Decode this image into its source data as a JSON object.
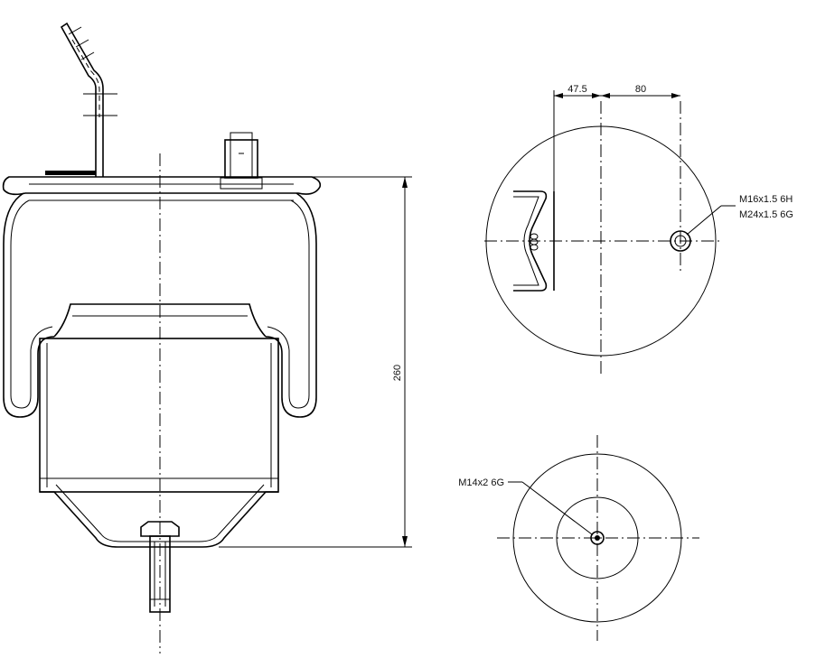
{
  "dimensions": {
    "height": "260",
    "offset_left": "47.5",
    "offset_right": "80"
  },
  "threads": {
    "top_upper": "M16x1.5 6H",
    "top_lower": "M24x1.5 6G",
    "bottom": "M14x2 6G"
  },
  "colors": {
    "line": "#000000",
    "background": "#ffffff"
  }
}
